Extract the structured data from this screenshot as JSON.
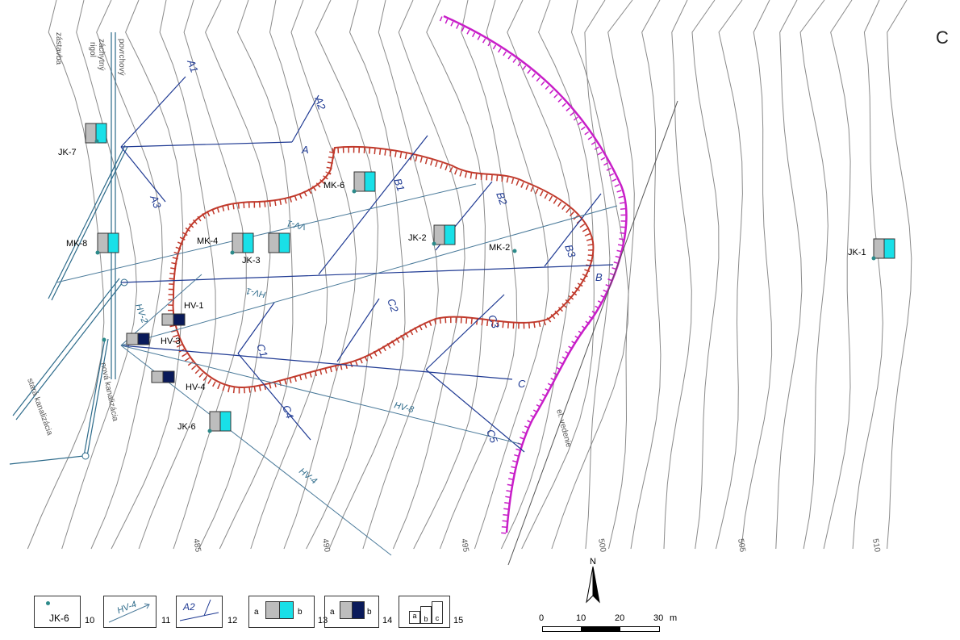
{
  "panel_letter": "C",
  "side_labels": {
    "zastavba": "zástavba",
    "zachytny": "záchytný",
    "rigol": "rigol",
    "povrchovy": "povrchový",
    "stara": "stará kanalizácia",
    "nova": "nová kanalizácia",
    "el_vedenie": "el. vedenie"
  },
  "contour_labels": [
    "485",
    "490",
    "495",
    "500",
    "505",
    "510"
  ],
  "profiles": [
    "A1",
    "A2",
    "A3",
    "A",
    "B1",
    "B2",
    "B3",
    "B",
    "C1",
    "C2",
    "C3",
    "C4",
    "C5",
    "C"
  ],
  "boreholes": [
    "JK-7",
    "MK-8",
    "MK-6",
    "MK-4",
    "JK-3",
    "JK-2",
    "MK-2",
    "JK-1",
    "HV-1",
    "HV-3",
    "HV-4",
    "JK-6"
  ],
  "drains": [
    "VV-1",
    "HV-1",
    "HV-2",
    "HV-8",
    "HV-4"
  ],
  "legend": {
    "item10": {
      "label": "JK-6",
      "num": "10"
    },
    "item11": {
      "label": "HV-4",
      "num": "11"
    },
    "item12": {
      "label": "A2",
      "num": "12"
    },
    "item13": {
      "a": "a",
      "b": "b",
      "num": "13"
    },
    "item14": {
      "a": "a",
      "b": "b",
      "num": "14"
    },
    "item15": {
      "a": "a",
      "b": "b",
      "c": "c",
      "num": "15"
    }
  },
  "north": "N",
  "scale": {
    "ticks": [
      "0",
      "10",
      "20",
      "30"
    ],
    "unit": "m"
  },
  "colors": {
    "red": "#c0392b",
    "magenta": "#c81ec8",
    "profile": "#1f3a93",
    "drain": "#2c6a8a",
    "cyan": "#19e0e8",
    "navy": "#0a1a5a",
    "grey": "#bdbdbd"
  }
}
